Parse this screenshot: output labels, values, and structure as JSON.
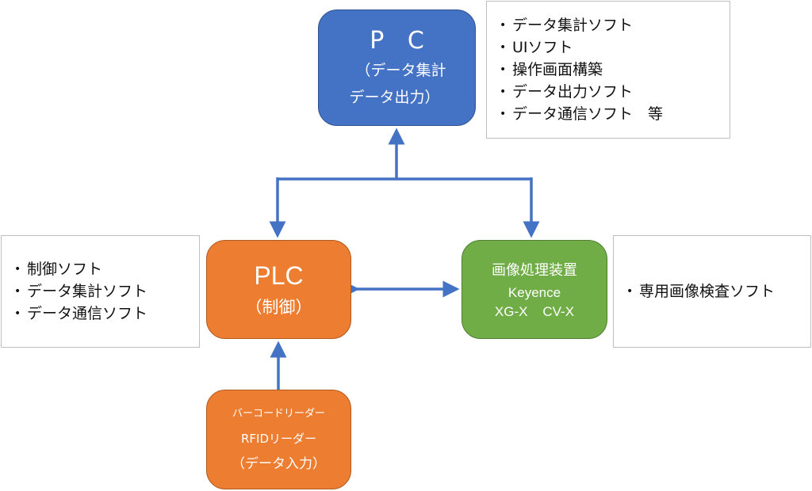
{
  "diagram": {
    "colors": {
      "pc": "#4472c4",
      "plc": "#ed7d31",
      "vision": "#70ad47",
      "input": "#ed7d31",
      "arrow": "#4472c4"
    },
    "nodes": {
      "pc": {
        "title": "P C",
        "line1": "（データ集計",
        "line2": "データ出力）"
      },
      "plc": {
        "title": "PLC",
        "subtitle": "（制御）"
      },
      "vision": {
        "title": "画像処理装置",
        "line1": "Keyence",
        "line2": "XG-X    CV-X"
      },
      "input": {
        "line1": "バーコードリーダー",
        "line2": "RFIDリーダー",
        "line3": "（データ入力）"
      }
    },
    "notes": {
      "pc": {
        "bullet": "•",
        "items": [
          "データ集計ソフト",
          "UIソフト",
          "操作画面構築",
          "データ出力ソフト",
          "データ通信ソフト　等"
        ]
      },
      "plc": {
        "bullet": "•",
        "items": [
          "制御ソフト",
          "データ集計ソフト",
          "データ通信ソフト"
        ]
      },
      "vision": {
        "bullet": "•",
        "items": [
          "専用画像検査ソフト"
        ]
      }
    },
    "connections": [
      {
        "from": "plc",
        "to": "pc",
        "direction": "bidirectional",
        "via": "bus"
      },
      {
        "from": "vision",
        "to": "pc",
        "direction": "bidirectional",
        "via": "bus"
      },
      {
        "from": "plc",
        "to": "vision",
        "direction": "bidirectional"
      },
      {
        "from": "input",
        "to": "plc",
        "direction": "one-way"
      }
    ]
  }
}
